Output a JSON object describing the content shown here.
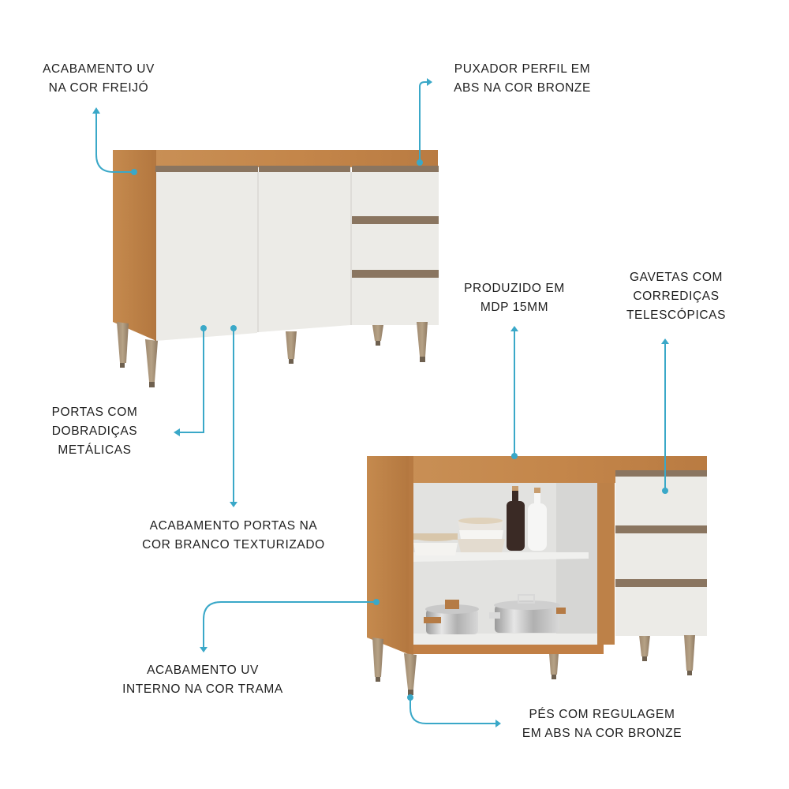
{
  "title": "Balcão de cozinha - características",
  "colors": {
    "accent_callout": "#3aa8c8",
    "wood_freijo": "#c58a4e",
    "wood_dark": "#a86d38",
    "door_white": "#ecebe7",
    "handle_bronze": "#8a7560",
    "leg_bronze": "#a89478",
    "interior_trama": "#e2e2e0",
    "text": "#1e1e1e"
  },
  "callouts": [
    {
      "id": "acabamento-uv-freijo",
      "lines": [
        "ACABAMENTO UV",
        "NA COR FREIJÓ"
      ]
    },
    {
      "id": "puxador-perfil",
      "lines": [
        "PUXADOR PERFIL EM",
        "ABS NA COR BRONZE"
      ]
    },
    {
      "id": "produzido-mdp",
      "lines": [
        "PRODUZIDO EM",
        "MDP 15MM"
      ]
    },
    {
      "id": "gavetas-corredicas",
      "lines": [
        "GAVETAS COM",
        "CORREDIÇAS",
        "TELESCÓPICAS"
      ]
    },
    {
      "id": "portas-dobradicas",
      "lines": [
        "PORTAS COM",
        "DOBRADIÇAS",
        "METÁLICAS"
      ]
    },
    {
      "id": "acabamento-portas",
      "lines": [
        "ACABAMENTO PORTAS NA",
        "COR BRANCO TEXTURIZADO"
      ]
    },
    {
      "id": "acabamento-uv-interno",
      "lines": [
        "ACABAMENTO UV",
        "INTERNO NA COR TRAMA"
      ]
    },
    {
      "id": "pes-regulagem",
      "lines": [
        "PÉS COM REGULAGEM",
        "EM ABS NA COR BRONZE"
      ]
    }
  ],
  "products": [
    {
      "id": "closed-cabinet",
      "doors": 2,
      "drawers": 3,
      "state": "closed"
    },
    {
      "id": "open-cabinet",
      "doors": 0,
      "drawers": 3,
      "state": "open",
      "shelves": 1,
      "items": [
        "pratos",
        "garrafa escura",
        "garrafa branca",
        "panela",
        "panela"
      ]
    }
  ]
}
